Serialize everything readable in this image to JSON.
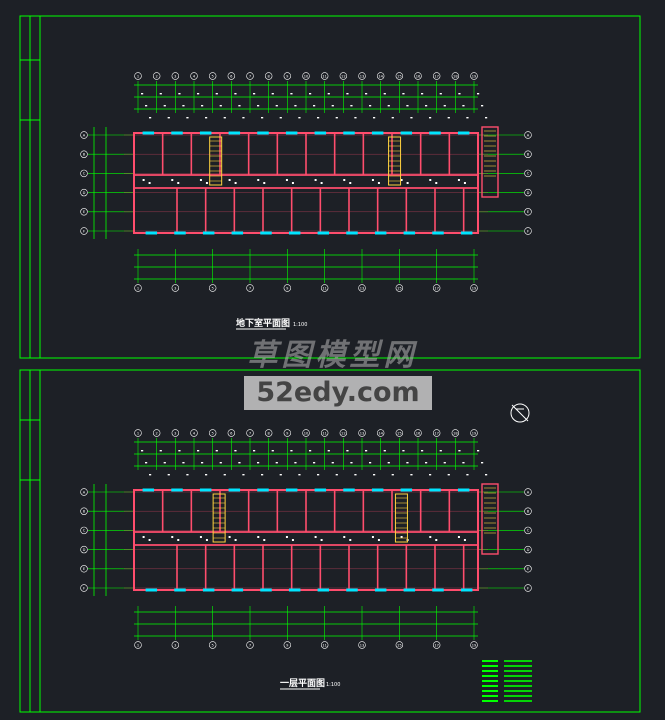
{
  "drawing": {
    "sheets": [
      {
        "title": "地下室平面图",
        "scale": "1:100"
      },
      {
        "title": "一层平面图",
        "scale": "1:100"
      }
    ],
    "axis_labels_top": [
      "1",
      "2",
      "3",
      "4",
      "5",
      "6",
      "7",
      "8",
      "9",
      "10",
      "11",
      "12",
      "13",
      "14",
      "15",
      "16",
      "17",
      "18",
      "19"
    ],
    "axis_labels_bottom": [
      "1",
      "3",
      "5",
      "7",
      "9",
      "11",
      "13",
      "15",
      "17",
      "19"
    ],
    "axis_labels_side": [
      "A",
      "B",
      "C",
      "D",
      "E",
      "F"
    ],
    "colors": {
      "background": "#1d2026",
      "border": "#00ff00",
      "walls": "#ff4d6d",
      "dimensions": "#00ff00",
      "fixtures": "#00e5ff",
      "stairs": "#ffd23f",
      "text": "#ffffff"
    }
  },
  "watermark": {
    "brand": "草图模型网",
    "url": "52edy.com"
  }
}
